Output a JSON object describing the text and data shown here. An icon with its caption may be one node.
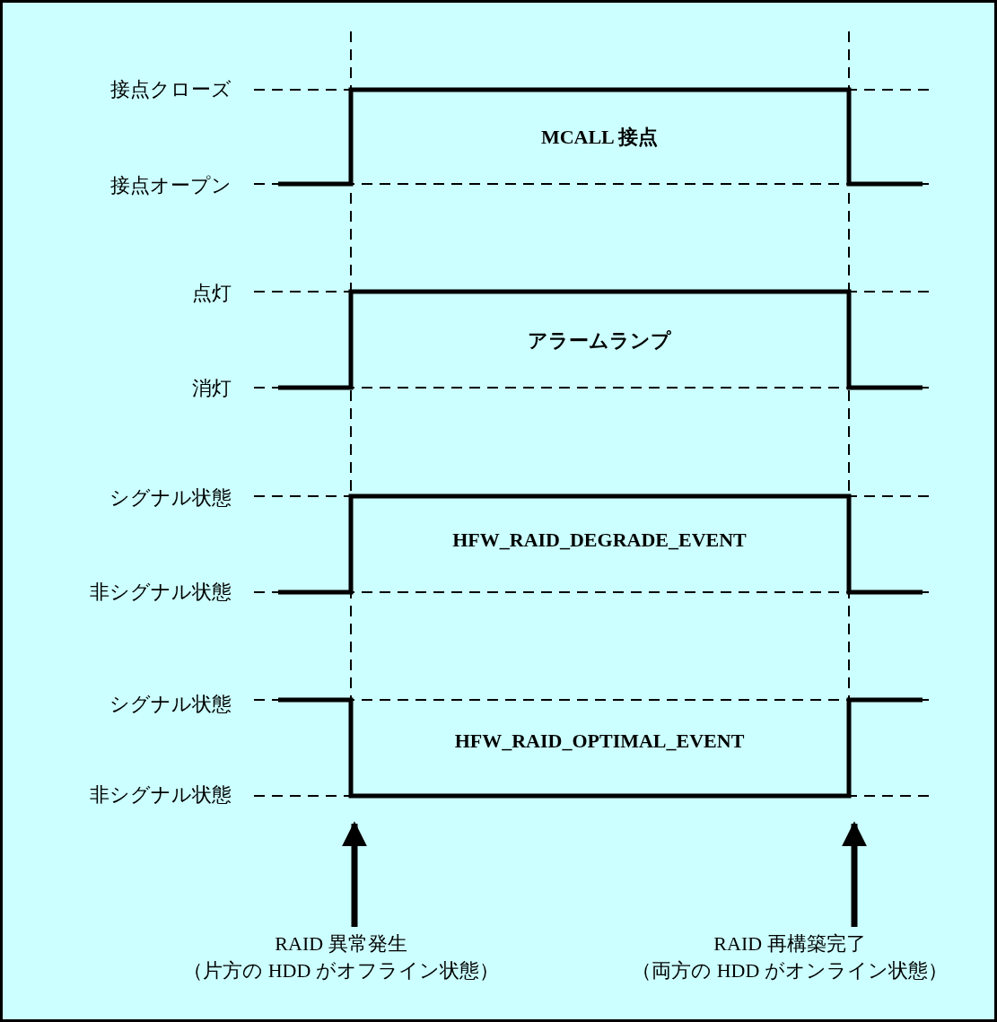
{
  "diagram": {
    "nodes": [
      {
        "text": [
          "RAID 異常発生",
          "（片方の HDD がオフライン状態）"
        ]
      },
      {
        "text": [
          "RAID 再構築完了",
          "（両方の HDD がオンライン状態）"
        ]
      }
    ],
    "edges": [
      {
        "from": 0,
        "to": null,
        "arrow": "to"
      },
      {
        "from": 1,
        "to": null,
        "arrow": "to"
      }
    ],
    "labels": [
      "接点クローズ",
      "MCALL 接点",
      "接点オープン",
      "点灯",
      "アラームランプ",
      "消灯",
      "シグナル状態",
      "HFW_RAID_DEGRADE_EVENT",
      "非シグナル状態",
      "シグナル状態",
      "HFW_RAID_OPTIMAL_EVENT",
      "非シグナル状態"
    ]
  }
}
